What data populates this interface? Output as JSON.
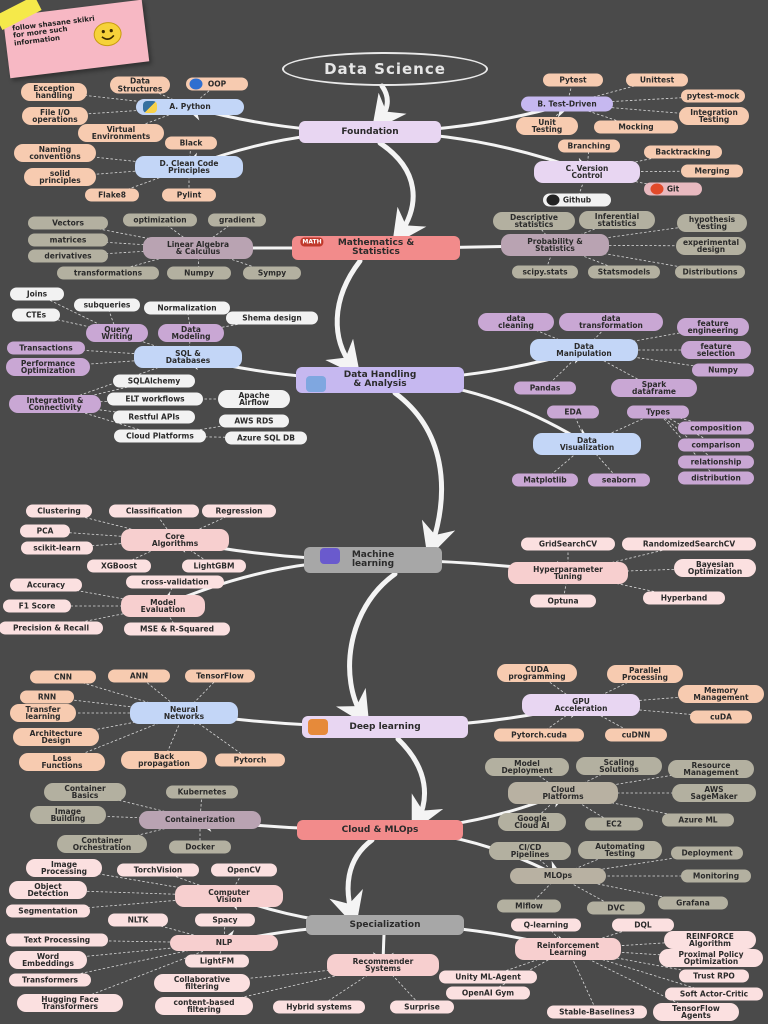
{
  "title": "Data Science",
  "note": "follow shasane skikri\nfor more such\ninformation",
  "hubs": [
    {
      "id": "foundation",
      "label": "Foundation"
    },
    {
      "id": "math",
      "label": "Mathematics &\nStatistics"
    },
    {
      "id": "data",
      "label": "Data Handling\n& Analysis"
    },
    {
      "id": "ml",
      "label": "Machine\nlearning"
    },
    {
      "id": "dl",
      "label": "Deep learning"
    },
    {
      "id": "cloud",
      "label": "Cloud & MLOps"
    },
    {
      "id": "spec",
      "label": "Specialization"
    }
  ],
  "subs": [
    {
      "id": "python",
      "label": "A. Python"
    },
    {
      "id": "test",
      "label": "B. Test-Driven"
    },
    {
      "id": "clean",
      "label": "D. Clean Code\nPrinciples"
    },
    {
      "id": "vcs",
      "label": "C. Version\nControl"
    },
    {
      "id": "linalg",
      "label": "Linear Algebra\n& Calculus"
    },
    {
      "id": "prob",
      "label": "Probability &\nStatistics"
    },
    {
      "id": "sql",
      "label": "SQL &\nDatabases"
    },
    {
      "id": "manip",
      "label": "Data\nManipulation"
    },
    {
      "id": "viz",
      "label": "Data\nVisualization"
    },
    {
      "id": "core",
      "label": "Core\nAlgorithms"
    },
    {
      "id": "hyper",
      "label": "Hyperparameter\nTuning"
    },
    {
      "id": "eval",
      "label": "Model\nEvaluation"
    },
    {
      "id": "nn",
      "label": "Neural\nNetworks"
    },
    {
      "id": "gpu",
      "label": "GPU\nAcceleration"
    },
    {
      "id": "cplat",
      "label": "Cloud\nPlatforms"
    },
    {
      "id": "container",
      "label": "Containerization"
    },
    {
      "id": "mlops",
      "label": "MLOps"
    },
    {
      "id": "cv",
      "label": "Computer\nVision"
    },
    {
      "id": "nlp",
      "label": "NLP"
    },
    {
      "id": "recsys",
      "label": "Recommender\nSystems"
    },
    {
      "id": "rl",
      "label": "Reinforcement\nLearning"
    }
  ],
  "leaves": [
    {
      "id": "l1",
      "label": "Data\nStructures"
    },
    {
      "id": "l2",
      "label": "OOP"
    },
    {
      "id": "l3",
      "label": "Exception\nhandling"
    },
    {
      "id": "l4",
      "label": "File I/O\noperations"
    },
    {
      "id": "l5",
      "label": "Virtual\nEnvironments"
    },
    {
      "id": "l6",
      "label": "Pytest"
    },
    {
      "id": "l7",
      "label": "Unittest"
    },
    {
      "id": "l8",
      "label": "pytest-mock"
    },
    {
      "id": "l9",
      "label": "Integration\nTesting"
    },
    {
      "id": "l10",
      "label": "Unit\nTesting"
    },
    {
      "id": "l11",
      "label": "Mocking"
    },
    {
      "id": "l12",
      "label": "Black"
    },
    {
      "id": "l13",
      "label": "Naming\nconventions"
    },
    {
      "id": "l14",
      "label": "solid\nprinciples"
    },
    {
      "id": "l15",
      "label": "Flake8"
    },
    {
      "id": "l16",
      "label": "Pylint"
    },
    {
      "id": "l17",
      "label": "Branching"
    },
    {
      "id": "l18",
      "label": "Backtracking"
    },
    {
      "id": "l19",
      "label": "Merging"
    },
    {
      "id": "l20",
      "label": "Git"
    },
    {
      "id": "l21",
      "label": "Github"
    },
    {
      "id": "l22",
      "label": "Vectors"
    },
    {
      "id": "l23",
      "label": "optimization"
    },
    {
      "id": "l24",
      "label": "gradient"
    },
    {
      "id": "l25",
      "label": "matrices"
    },
    {
      "id": "l26",
      "label": "derivatives"
    },
    {
      "id": "l27",
      "label": "transformations"
    },
    {
      "id": "l28",
      "label": "Numpy"
    },
    {
      "id": "l29",
      "label": "Sympy"
    },
    {
      "id": "l30",
      "label": "Descriptive\nstatistics"
    },
    {
      "id": "l31",
      "label": "Inferential\nstatistics"
    },
    {
      "id": "l32",
      "label": "hypothesis\ntesting"
    },
    {
      "id": "l33",
      "label": "experimental\ndesign"
    },
    {
      "id": "l34",
      "label": "scipy.stats"
    },
    {
      "id": "l35",
      "label": "Statsmodels"
    },
    {
      "id": "l36",
      "label": "Distributions"
    },
    {
      "id": "l37",
      "label": "Joins"
    },
    {
      "id": "l38",
      "label": "subqueries"
    },
    {
      "id": "l39",
      "label": "CTEs"
    },
    {
      "id": "l40",
      "label": "Normalization"
    },
    {
      "id": "l41",
      "label": "Shema design"
    },
    {
      "id": "l42",
      "label": "Query\nWriting"
    },
    {
      "id": "l43",
      "label": "Data\nModeling"
    },
    {
      "id": "l44",
      "label": "Transactions"
    },
    {
      "id": "l45",
      "label": "Performance\nOptimization"
    },
    {
      "id": "l46",
      "label": "Integration &\nConnectivity"
    },
    {
      "id": "l47",
      "label": "SQLAlchemy"
    },
    {
      "id": "l48",
      "label": "ELT workflows"
    },
    {
      "id": "l49",
      "label": "Apache\nAirflow"
    },
    {
      "id": "l50",
      "label": "Restful APIs"
    },
    {
      "id": "l51",
      "label": "Cloud Platforms"
    },
    {
      "id": "l52",
      "label": "AWS RDS"
    },
    {
      "id": "l53",
      "label": "Azure SQL DB"
    },
    {
      "id": "l54",
      "label": "data\ncleaning"
    },
    {
      "id": "l55",
      "label": "data\ntransformation"
    },
    {
      "id": "l56",
      "label": "feature\nengineering"
    },
    {
      "id": "l57",
      "label": "feature\nselection"
    },
    {
      "id": "l58",
      "label": "Numpy"
    },
    {
      "id": "l59",
      "label": "Pandas"
    },
    {
      "id": "l60",
      "label": "Spark\ndataframe"
    },
    {
      "id": "l61",
      "label": "EDA"
    },
    {
      "id": "l62",
      "label": "Types"
    },
    {
      "id": "l63",
      "label": "composition"
    },
    {
      "id": "l64",
      "label": "comparison"
    },
    {
      "id": "l65",
      "label": "relationship"
    },
    {
      "id": "l66",
      "label": "distribution"
    },
    {
      "id": "l67",
      "label": "Matplotlib"
    },
    {
      "id": "l68",
      "label": "seaborn"
    },
    {
      "id": "l69",
      "label": "Clustering"
    },
    {
      "id": "l70",
      "label": "Classification"
    },
    {
      "id": "l71",
      "label": "Regression"
    },
    {
      "id": "l72",
      "label": "PCA"
    },
    {
      "id": "l73",
      "label": "scikit-learn"
    },
    {
      "id": "l74",
      "label": "XGBoost"
    },
    {
      "id": "l75",
      "label": "LightGBM"
    },
    {
      "id": "l76",
      "label": "GridSearchCV"
    },
    {
      "id": "l77",
      "label": "RandomizedSearchCV"
    },
    {
      "id": "l78",
      "label": "Bayesian\nOptimization"
    },
    {
      "id": "l79",
      "label": "Optuna"
    },
    {
      "id": "l80",
      "label": "Hyperband"
    },
    {
      "id": "l81",
      "label": "Accuracy"
    },
    {
      "id": "l82",
      "label": "cross-validation"
    },
    {
      "id": "l83",
      "label": "F1 Score"
    },
    {
      "id": "l84",
      "label": "Precision & Recall"
    },
    {
      "id": "l85",
      "label": "MSE & R-Squared"
    },
    {
      "id": "l86",
      "label": "CNN"
    },
    {
      "id": "l87",
      "label": "ANN"
    },
    {
      "id": "l88",
      "label": "TensorFlow"
    },
    {
      "id": "l89",
      "label": "RNN"
    },
    {
      "id": "l90",
      "label": "Transfer\nlearning"
    },
    {
      "id": "l91",
      "label": "Architecture\nDesign"
    },
    {
      "id": "l92",
      "label": "Loss\nFunctions"
    },
    {
      "id": "l93",
      "label": "Back\npropagation"
    },
    {
      "id": "l94",
      "label": "Pytorch"
    },
    {
      "id": "l95",
      "label": "CUDA\nprogramming"
    },
    {
      "id": "l96",
      "label": "Parallel\nProcessing"
    },
    {
      "id": "l97",
      "label": "Memory\nManagement"
    },
    {
      "id": "l98",
      "label": "cuDA"
    },
    {
      "id": "l99",
      "label": "Pytorch.cuda"
    },
    {
      "id": "l100",
      "label": "cuDNN"
    },
    {
      "id": "l101",
      "label": "Model\nDeployment"
    },
    {
      "id": "l102",
      "label": "Scaling\nSolutions"
    },
    {
      "id": "l103",
      "label": "Resource\nManagement"
    },
    {
      "id": "l104",
      "label": "AWS\nSageMaker"
    },
    {
      "id": "l105",
      "label": "Google\nCloud AI"
    },
    {
      "id": "l106",
      "label": "EC2"
    },
    {
      "id": "l107",
      "label": "Azure ML"
    },
    {
      "id": "l108",
      "label": "Container\nBasics"
    },
    {
      "id": "l109",
      "label": "Kubernetes"
    },
    {
      "id": "l110",
      "label": "Image\nBuilding"
    },
    {
      "id": "l111",
      "label": "Container\nOrchestration"
    },
    {
      "id": "l112",
      "label": "Docker"
    },
    {
      "id": "l113",
      "label": "CI/CD\nPipelines"
    },
    {
      "id": "l114",
      "label": "Automating\nTesting"
    },
    {
      "id": "l115",
      "label": "Deployment"
    },
    {
      "id": "l116",
      "label": "Monitoring"
    },
    {
      "id": "l117",
      "label": "Mlflow"
    },
    {
      "id": "l118",
      "label": "DVC"
    },
    {
      "id": "l119",
      "label": "Grafana"
    },
    {
      "id": "l120",
      "label": "Image\nProcessing"
    },
    {
      "id": "l121",
      "label": "TorchVision"
    },
    {
      "id": "l122",
      "label": "OpenCV"
    },
    {
      "id": "l123",
      "label": "Object\nDetection"
    },
    {
      "id": "l124",
      "label": "Segmentation"
    },
    {
      "id": "l125",
      "label": "NLTK"
    },
    {
      "id": "l126",
      "label": "Spacy"
    },
    {
      "id": "l127",
      "label": "Text Processing"
    },
    {
      "id": "l128",
      "label": "Word\nEmbeddings"
    },
    {
      "id": "l129",
      "label": "LightFM"
    },
    {
      "id": "l130",
      "label": "Transformers"
    },
    {
      "id": "l131",
      "label": "Hugging Face\nTransformers"
    },
    {
      "id": "l132",
      "label": "Collaborative\nfiltering"
    },
    {
      "id": "l133",
      "label": "content-based\nfiltering"
    },
    {
      "id": "l134",
      "label": "Hybrid systems"
    },
    {
      "id": "l135",
      "label": "Surprise"
    },
    {
      "id": "l136",
      "label": "Q-learning"
    },
    {
      "id": "l137",
      "label": "DQL"
    },
    {
      "id": "l138",
      "label": "REINFORCE\nAlgorithm"
    },
    {
      "id": "l139",
      "label": "Proximal Policy\nOptimization"
    },
    {
      "id": "l140",
      "label": "Unity ML-Agent"
    },
    {
      "id": "l141",
      "label": "Trust RPO"
    },
    {
      "id": "l142",
      "label": "OpenAI Gym"
    },
    {
      "id": "l143",
      "label": "Soft Actor-Critic"
    },
    {
      "id": "l144",
      "label": "Stable-Baselines3"
    },
    {
      "id": "l145",
      "label": "TensorFlow\nAgents"
    }
  ],
  "badges": {
    "math": "MATH",
    "python_icon": "python-logo-icon"
  }
}
